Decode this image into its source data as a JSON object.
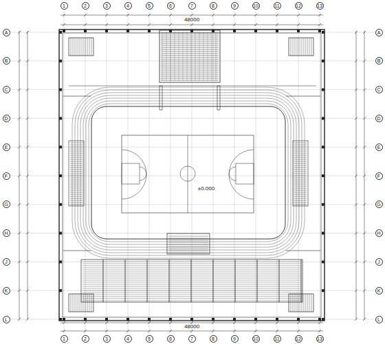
{
  "diagram": {
    "labels": [
      "1",
      "2",
      "3",
      "4",
      "5",
      "6",
      "7",
      "8",
      "9",
      "10",
      "11",
      "12",
      "13",
      "1",
      "2",
      "3",
      "4",
      "5",
      "6",
      "7",
      "8",
      "9",
      "10",
      "11",
      "12",
      "13",
      "A",
      "B",
      "C",
      "D",
      "E",
      "F",
      "G",
      "H",
      "J",
      "K",
      "L",
      "A",
      "B",
      "C",
      "D",
      "E",
      "F",
      "G",
      "H",
      "J",
      "K",
      "L",
      "48000",
      "48000",
      "±0.000"
    ]
  }
}
